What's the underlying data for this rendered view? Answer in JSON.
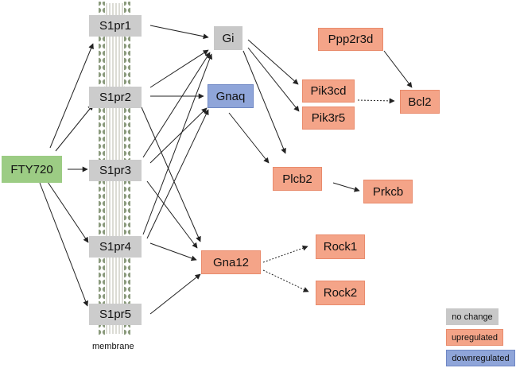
{
  "colors": {
    "no_change": "#c8c8c8",
    "upregulated": "#f4a488",
    "downregulated": "#8fa5d9",
    "drug": "#9ccc84",
    "membrane": "#8a9a7c"
  },
  "drug": {
    "label": "FTY720"
  },
  "receptors": {
    "s1pr1": "S1pr1",
    "s1pr2": "S1pr2",
    "s1pr3": "S1pr3",
    "s1pr4": "S1pr4",
    "s1pr5": "S1pr5"
  },
  "membrane_label": "membrane",
  "nodes": {
    "gi": "Gi",
    "gnaq": "Gnaq",
    "gna12": "Gna12",
    "ppp2r3d": "Ppp2r3d",
    "pik3cd": "Pik3cd",
    "pik3r5": "Pik3r5",
    "bcl2": "Bcl2",
    "plcb2": "Plcb2",
    "prkcb": "Prkcb",
    "rock1": "Rock1",
    "rock2": "Rock2"
  },
  "legend": {
    "no_change": "no change",
    "upregulated": "upregulated",
    "downregulated": "downregulated"
  }
}
